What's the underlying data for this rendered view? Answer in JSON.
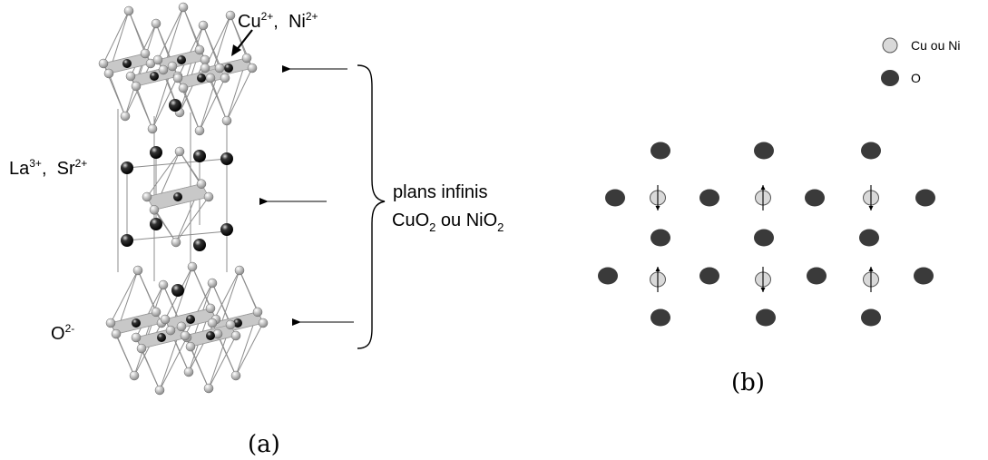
{
  "panel_a": {
    "caption": "(a)",
    "labels": {
      "cu_ni": {
        "text": "Cu",
        "sup1": "2+",
        "sep": ",  ",
        "text2": "Ni",
        "sup2": "2+"
      },
      "la_sr": {
        "text": "La",
        "sup1": "3+",
        "sep": ",  ",
        "text2": "Sr",
        "sup2": "2+"
      },
      "oxygen": {
        "text": "O",
        "sup": "2-"
      }
    },
    "planes_text": {
      "line1": "plans infinis",
      "line2_a": "CuO",
      "line2_sub1": "2",
      "line2_b": " ou NiO",
      "line2_sub2": "2"
    }
  },
  "panel_b": {
    "caption": "(b)",
    "legend": [
      {
        "label": "Cu ou Ni",
        "color": "#d9d9d9"
      },
      {
        "label": "O",
        "color": "#3a3a3a"
      }
    ],
    "spins": [
      {
        "row": 0,
        "col": 0,
        "dir": "down"
      },
      {
        "row": 0,
        "col": 1,
        "dir": "up"
      },
      {
        "row": 0,
        "col": 2,
        "dir": "down"
      },
      {
        "row": 1,
        "col": 0,
        "dir": "up"
      },
      {
        "row": 1,
        "col": 1,
        "dir": "down"
      },
      {
        "row": 1,
        "col": 2,
        "dir": "up"
      }
    ]
  },
  "colors": {
    "metal_atom": "#d9d9d9",
    "oxygen_atom": "#3a3a3a",
    "plane_fill": "#c8c8c8",
    "bond": "#888888"
  }
}
